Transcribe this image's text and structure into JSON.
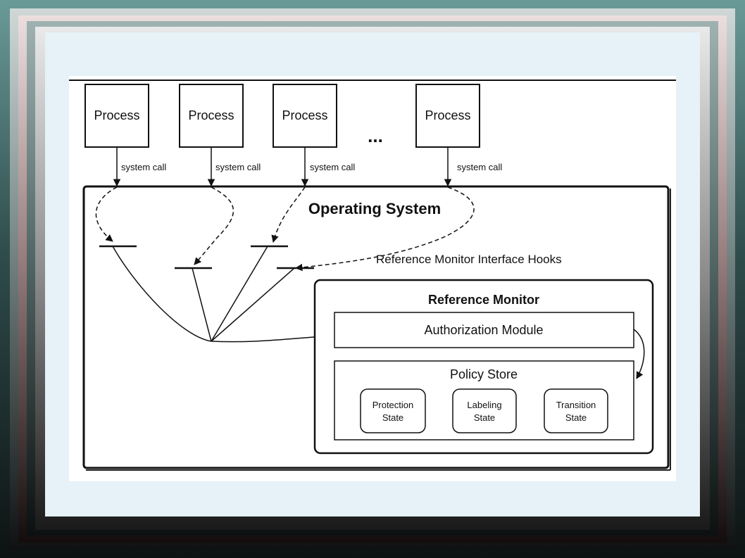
{
  "processes": [
    {
      "label": "Process",
      "call_label": "system call"
    },
    {
      "label": "Process",
      "call_label": "system call"
    },
    {
      "label": "Process",
      "call_label": "system call"
    },
    {
      "label": "Process",
      "call_label": "system call"
    }
  ],
  "ellipsis": "...",
  "os": {
    "title": "Operating System"
  },
  "hooks": {
    "label": "Reference Monitor Interface Hooks"
  },
  "reference_monitor": {
    "title": "Reference Monitor",
    "authorization_module": "Authorization Module",
    "policy_store": {
      "title": "Policy Store",
      "states": [
        {
          "line1": "Protection",
          "line2": "State"
        },
        {
          "line1": "Labeling",
          "line2": "State"
        },
        {
          "line1": "Transition",
          "line2": "State"
        }
      ]
    }
  }
}
